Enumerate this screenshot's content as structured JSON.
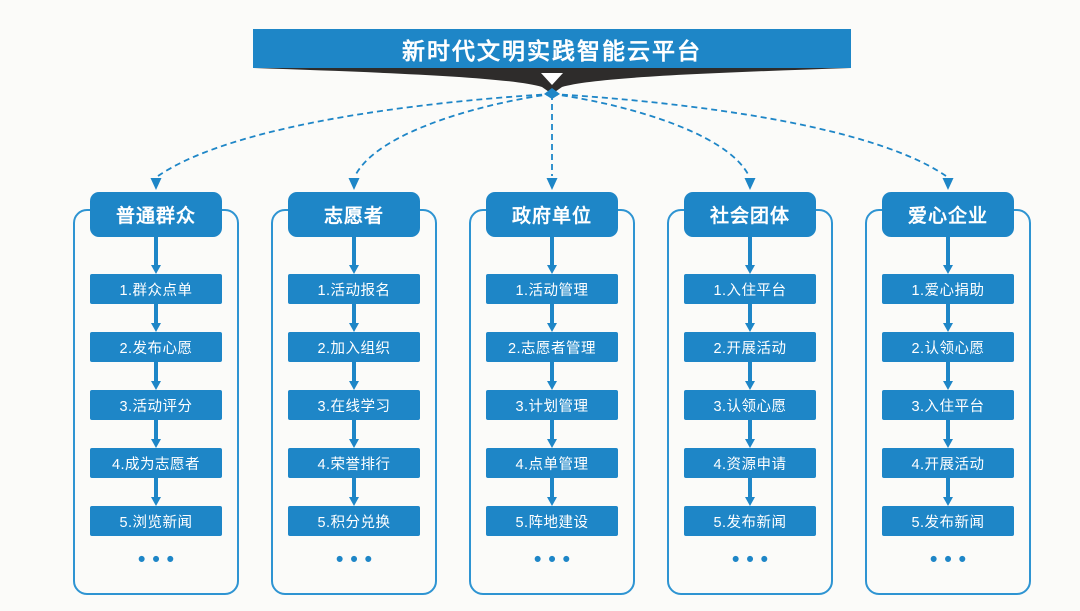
{
  "title": {
    "text": "新时代文明实践智能云平台"
  },
  "banner": {
    "background_color": "#1e86c7",
    "ribbon_color": "#2e2c2b",
    "arrow_icon": "chevron-down"
  },
  "connectors": {
    "style": "dashed-curves",
    "count": 5,
    "color": "#1e86c7"
  },
  "columns": [
    {
      "header": "普通群众",
      "items": [
        "1.群众点单",
        "2.发布心愿",
        "3.活动评分",
        "4.成为志愿者",
        "5.浏览新闻"
      ],
      "more": "•••"
    },
    {
      "header": "志愿者",
      "items": [
        "1.活动报名",
        "2.加入组织",
        "3.在线学习",
        "4.荣誉排行",
        "5.积分兑换"
      ],
      "more": "•••"
    },
    {
      "header": "政府单位",
      "items": [
        "1.活动管理",
        "2.志愿者管理",
        "3.计划管理",
        "4.点单管理",
        "5.阵地建设"
      ],
      "more": "•••"
    },
    {
      "header": "社会团体",
      "items": [
        "1.入住平台",
        "2.开展活动",
        "3.认领心愿",
        "4.资源申请",
        "5.发布新闻"
      ],
      "more": "•••"
    },
    {
      "header": "爱心企业",
      "items": [
        "1.爱心捐助",
        "2.认领心愿",
        "3.入住平台",
        "4.开展活动",
        "5.发布新闻"
      ],
      "more": "•••"
    }
  ],
  "colors": {
    "primary_blue": "#1e86c7",
    "outline_blue": "#2e94d2",
    "ribbon_dark": "#2e2c2b",
    "background": "#fbfbf9",
    "text_white": "#ffffff"
  }
}
